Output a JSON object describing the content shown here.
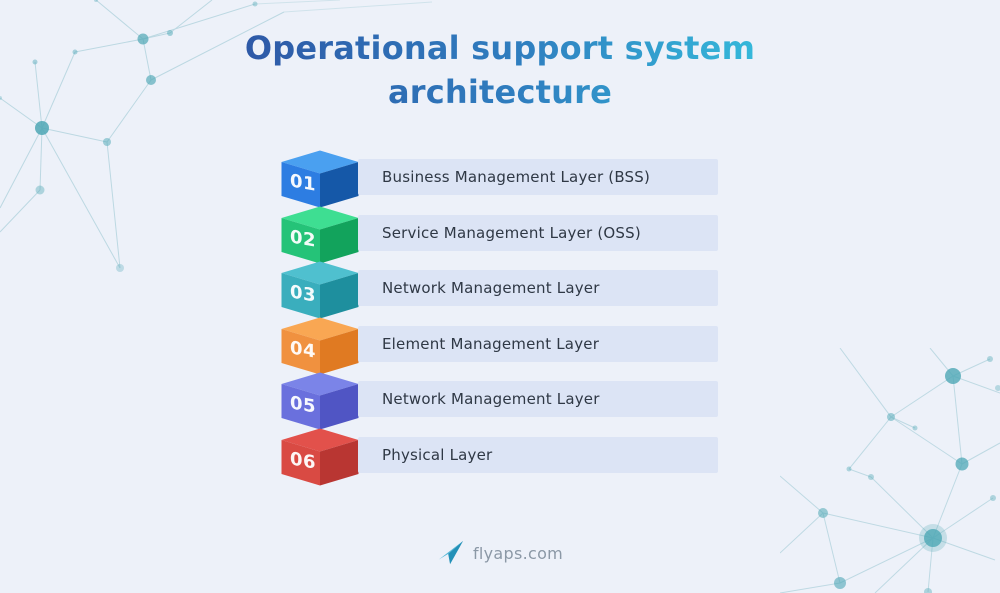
{
  "title": {
    "line1": "Operational support system",
    "line2": "architecture"
  },
  "items": [
    {
      "number": "01",
      "label": "Business Management Layer (BSS)",
      "cube": {
        "top": "#4aa0f0",
        "left": "#2d7de2",
        "right": "#1558a8"
      }
    },
    {
      "number": "02",
      "label": "Service Management Layer (OSS)",
      "cube": {
        "top": "#3ede92",
        "left": "#25c378",
        "right": "#12a35c"
      }
    },
    {
      "number": "03",
      "label": "Network Management Layer",
      "cube": {
        "top": "#4fc0cf",
        "left": "#3aaebd",
        "right": "#1e8f9e"
      }
    },
    {
      "number": "04",
      "label": "Element Management Layer",
      "cube": {
        "top": "#f9a753",
        "left": "#f0913f",
        "right": "#e07a22"
      }
    },
    {
      "number": "05",
      "label": "Network Management Layer",
      "cube": {
        "top": "#7b84e8",
        "left": "#6a70dd",
        "right": "#5055c4"
      }
    },
    {
      "number": "06",
      "label": "Physical Layer",
      "cube": {
        "top": "#e2514b",
        "left": "#d94a43",
        "right": "#b93632"
      }
    }
  ],
  "footer": {
    "brand": "flyaps.com",
    "plane_light": "#54b8d8",
    "plane_dark": "#2391b8",
    "text_color": "#8b98a6"
  },
  "colors": {
    "background": "#edf1f9",
    "bar_background": "#dce4f5",
    "label_text": "#2f3845",
    "decor": "#4ea7b5",
    "title_gradient_start": "#2e59a7",
    "title_gradient_end": "#35b8da"
  }
}
